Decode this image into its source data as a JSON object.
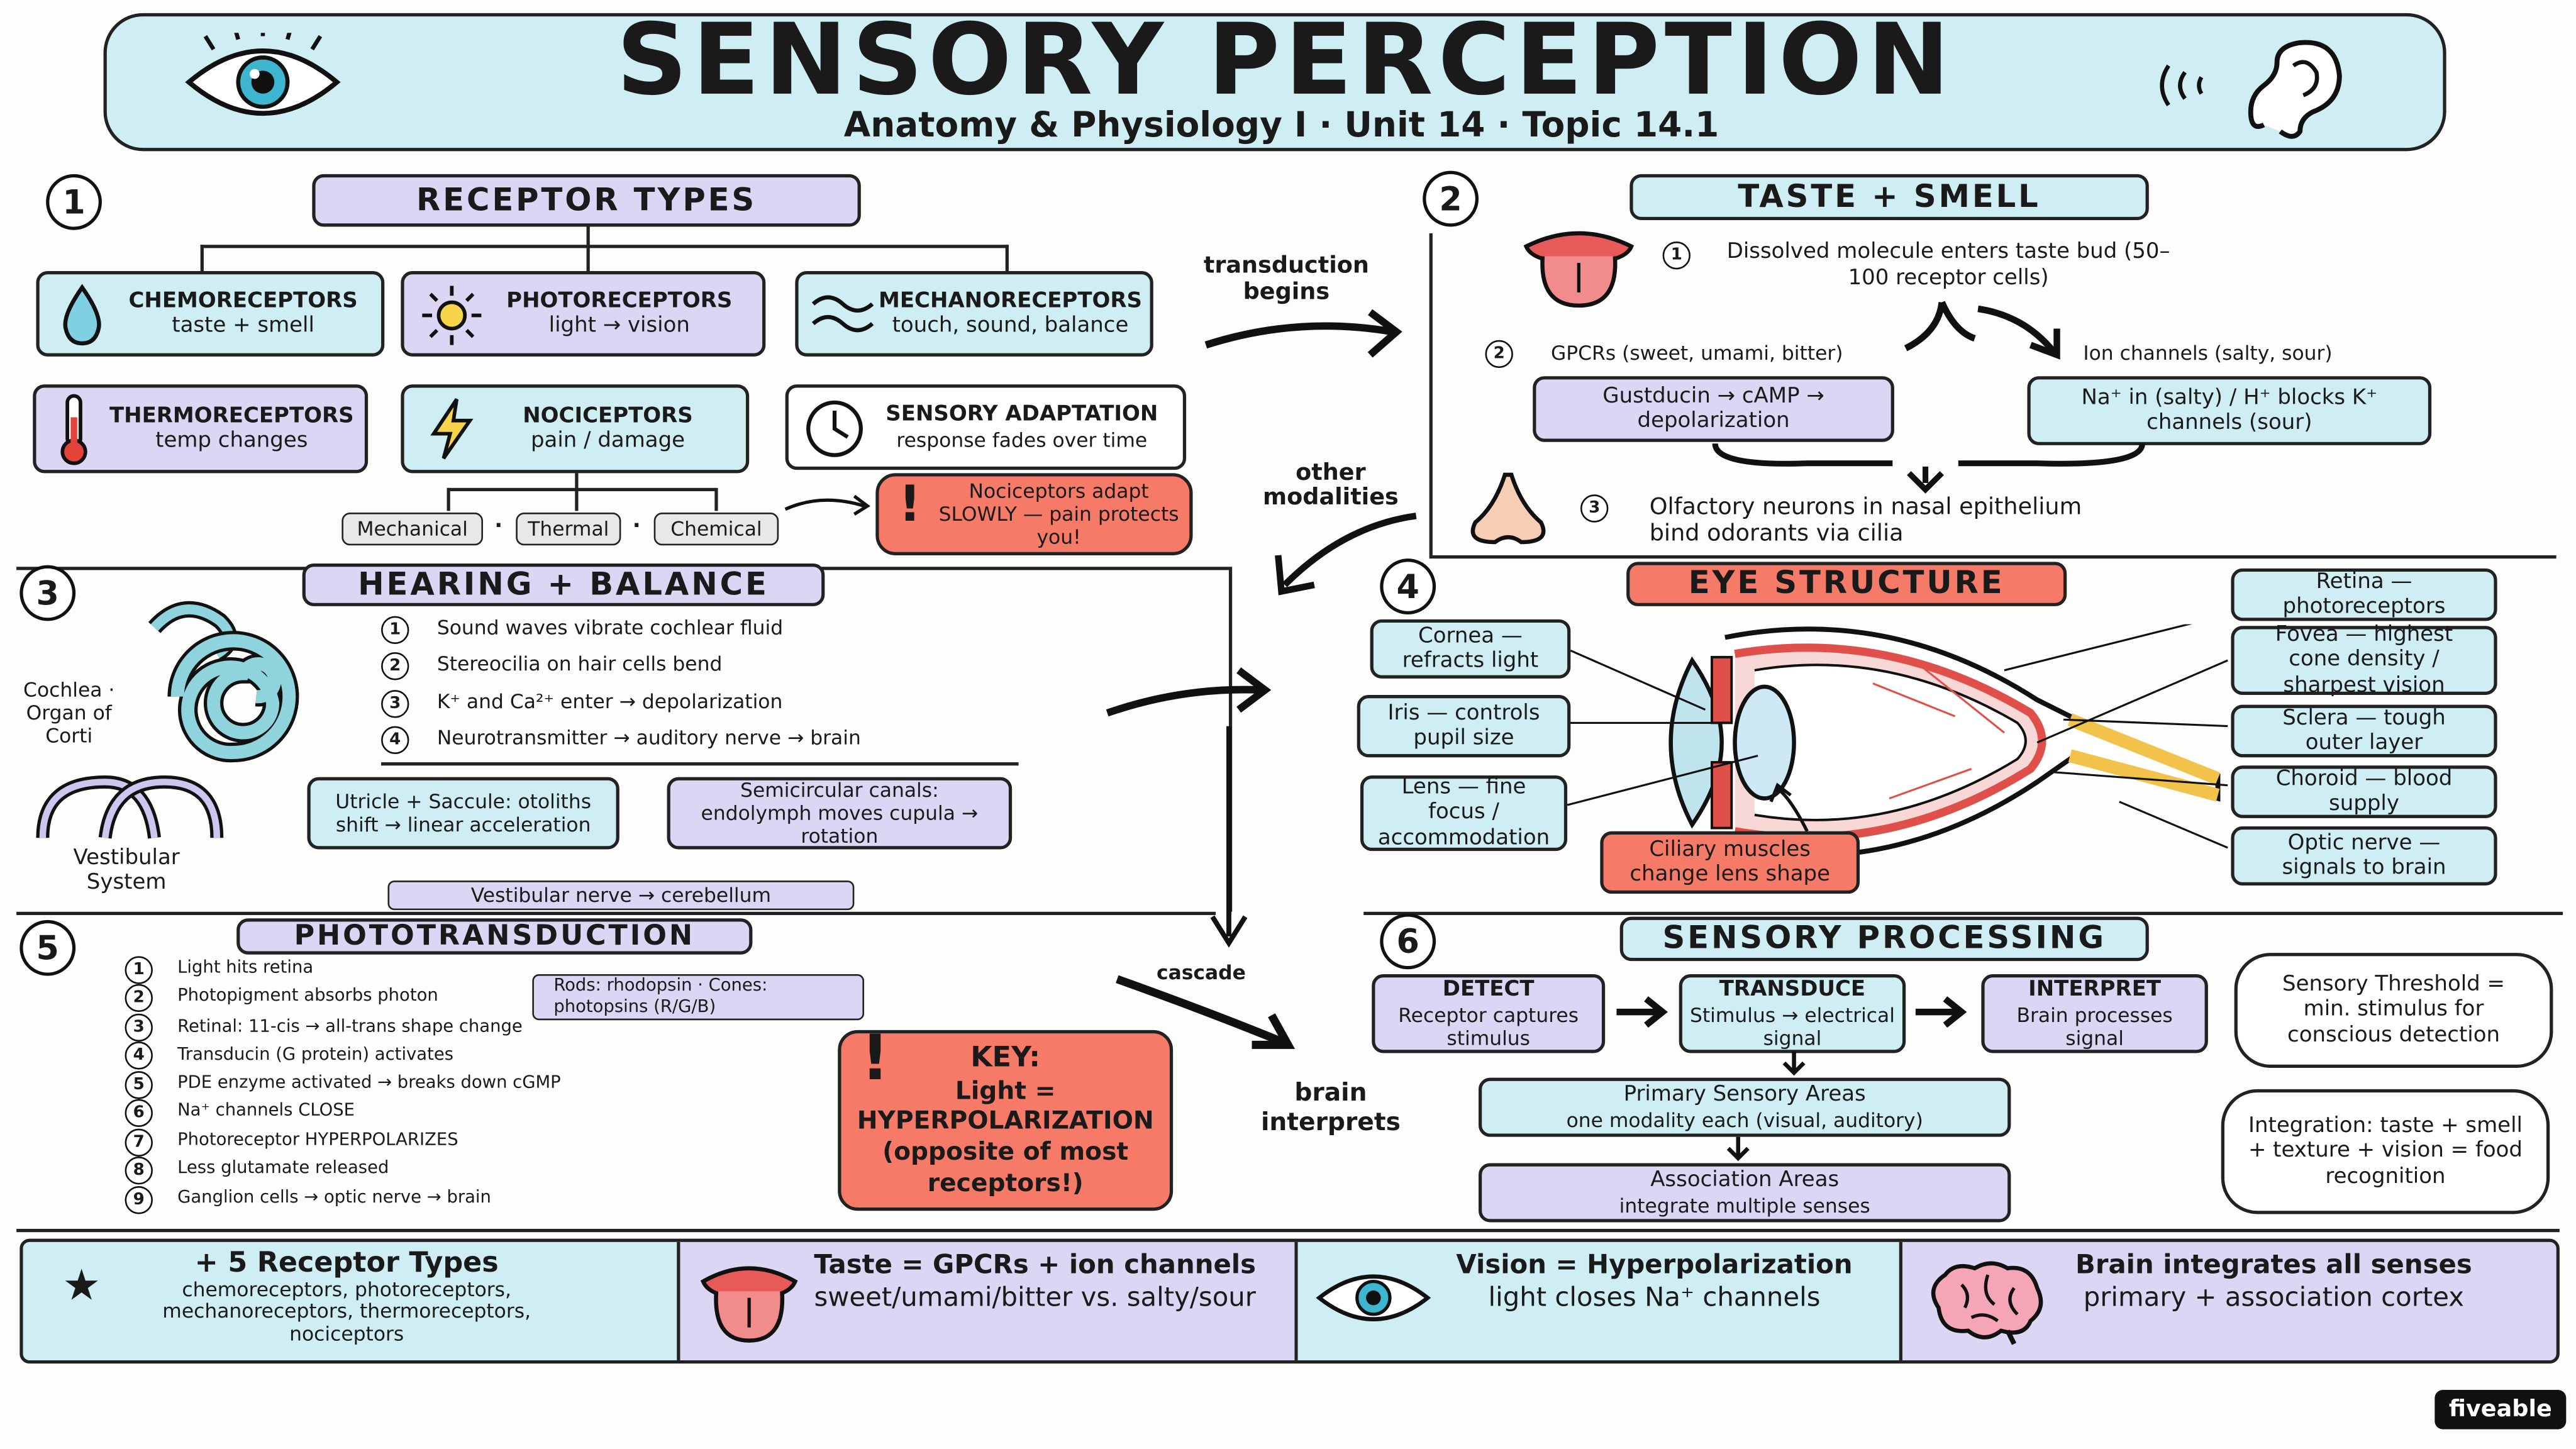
{
  "header": {
    "title": "SENSORY PERCEPTION",
    "subtitle": "Anatomy & Physiology I · Unit 14 · Topic 14.1"
  },
  "section1": {
    "number": "1",
    "title": "RECEPTOR TYPES",
    "receptors": [
      {
        "name": "CHEMORECEPTORS",
        "desc": "taste + smell",
        "icon": "droplet-icon"
      },
      {
        "name": "PHOTORECEPTORS",
        "desc": "light → vision",
        "icon": "sun-icon"
      },
      {
        "name": "MECHANORECEPTORS",
        "desc": "touch, sound, balance",
        "icon": "wave-icon"
      },
      {
        "name": "THERMORECEPTORS",
        "desc": "temp changes",
        "icon": "thermometer-icon"
      },
      {
        "name": "NOCICEPTORS",
        "desc": "pain / damage",
        "icon": "lightning-icon"
      },
      {
        "name": "SENSORY ADAPTATION",
        "desc": "response fades over time",
        "icon": "clock-icon"
      }
    ],
    "noci_types": [
      "Mechanical",
      "Thermal",
      "Chemical"
    ],
    "noci_sep": "·",
    "warning": "Nociceptors adapt SLOWLY — pain protects you!",
    "warning_mark": "!"
  },
  "arrows": {
    "transduction": "transduction begins",
    "other": "other modalities",
    "cascade": "cascade",
    "brain": "brain interprets"
  },
  "section2": {
    "number": "2",
    "title": "TASTE + SMELL",
    "step1": "Dissolved molecule enters taste bud (50–100 receptor cells)",
    "step2": "GPCRs (sweet, umami, bitter)",
    "ion_label": "Ion channels (salty, sour)",
    "gpcr_box": "Gustducin → cAMP → depolarization",
    "ion_box": "Na⁺ in (salty) / H⁺ blocks K⁺ channels (sour)",
    "step3": "Olfactory neurons in nasal epithelium bind odorants via cilia",
    "step_nums": [
      "1",
      "2",
      "3"
    ]
  },
  "section3": {
    "number": "3",
    "title": "HEARING + BALANCE",
    "cochlea_label": "Cochlea · Organ of Corti",
    "vestibular_label": "Vestibular System",
    "steps": [
      "Sound waves vibrate cochlear fluid",
      "Stereocilia on hair cells bend",
      "K⁺ and Ca²⁺ enter → depolarization",
      "Neurotransmitter → auditory nerve → brain"
    ],
    "utricle": "Utricle + Saccule: otoliths shift → linear acceleration",
    "canals": "Semicircular canals: endolymph moves cupula → rotation",
    "vestibular_nerve": "Vestibular nerve → cerebellum"
  },
  "section4": {
    "number": "4",
    "title": "EYE STRUCTURE",
    "left_labels": [
      "Cornea — refracts light",
      "Iris — controls pupil size",
      "Lens — fine focus / accommodation"
    ],
    "right_labels": [
      "Retina — photoreceptors",
      "Fovea — highest cone density / sharpest vision",
      "Sclera — tough outer layer",
      "Choroid — blood supply",
      "Optic nerve — signals to brain"
    ],
    "ciliary": "Ciliary muscles change lens shape"
  },
  "section5": {
    "number": "5",
    "title": "PHOTOTRANSDUCTION",
    "steps": [
      "Light hits retina",
      "Photopigment absorbs photon",
      "Retinal: 11-cis → all-trans shape change",
      "Transducin (G protein) activates",
      "PDE enzyme activated → breaks down cGMP",
      "Na⁺ channels CLOSE",
      "Photoreceptor HYPERPOLARIZES",
      "Less glutamate released",
      "Ganglion cells → optic nerve → brain"
    ],
    "rods_cones": "Rods: rhodopsin · Cones: photopsins (R/G/B)",
    "key_title": "KEY:",
    "key_text": "Light = HYPERPOLARIZATION (opposite of most receptors!)",
    "key_mark": "!"
  },
  "section6": {
    "number": "6",
    "title": "SENSORY PROCESSING",
    "detect_title": "DETECT",
    "detect_desc": "Receptor captures stimulus",
    "transduce_title": "TRANSDUCE",
    "transduce_desc": "Stimulus → electrical signal",
    "interpret_title": "INTERPRET",
    "interpret_desc": "Brain processes signal",
    "primary_title": "Primary Sensory Areas",
    "primary_desc": "one modality each (visual, auditory)",
    "assoc_title": "Association Areas",
    "assoc_desc": "integrate multiple senses",
    "threshold": "Sensory Threshold = min. stimulus for conscious detection",
    "integration": "Integration: taste + smell + texture + vision = food recognition"
  },
  "footer": {
    "f1_title": "+ 5 Receptor Types",
    "f1_desc": "chemoreceptors, photoreceptors, mechanoreceptors, thermoreceptors, nociceptors",
    "f2_title": "Taste = GPCRs + ion channels",
    "f2_desc": "sweet/umami/bitter vs. salty/sour",
    "f3_title": "Vision = Hyperpolarization",
    "f3_desc": "light closes Na⁺ channels",
    "f4_title": "Brain integrates all senses",
    "f4_desc": "primary + association cortex"
  },
  "brand": "fiveable",
  "colors": {
    "blue": "#cfeef3",
    "purple": "#dcd5f4",
    "red": "#f57b68",
    "gray": "#e8e8e8"
  }
}
